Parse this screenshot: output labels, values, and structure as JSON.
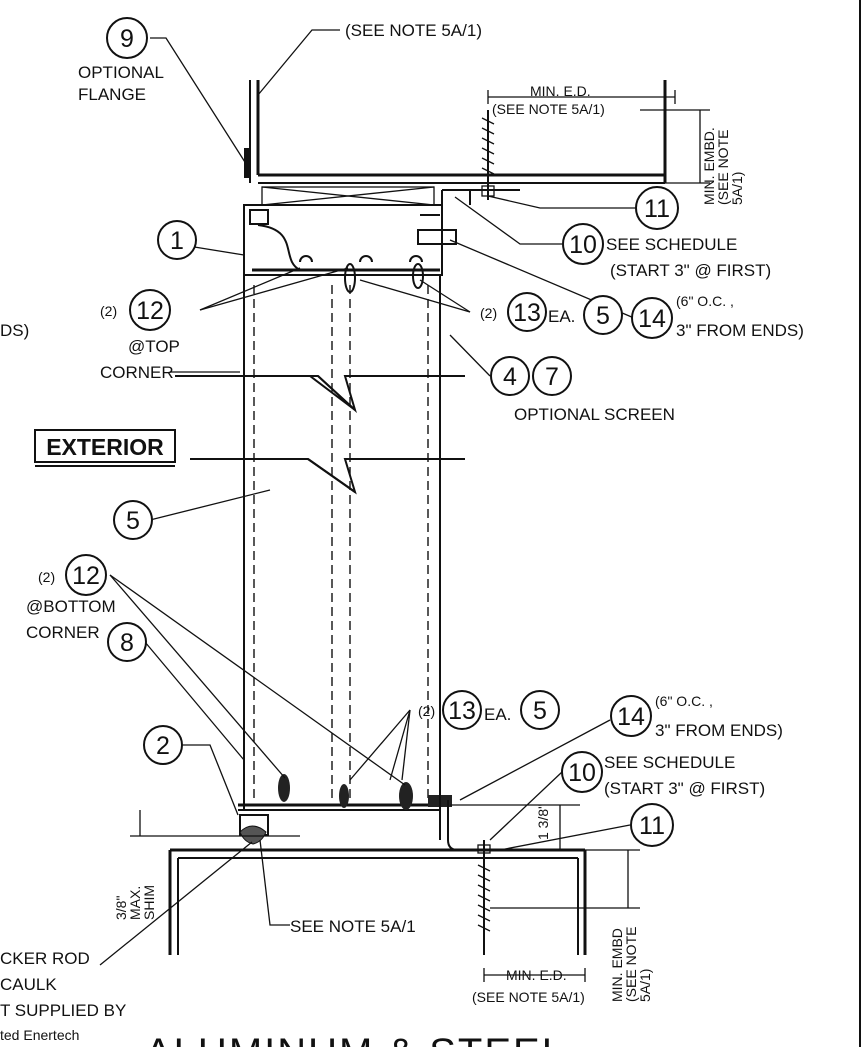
{
  "labels": {
    "note_top": "(SEE NOTE 5A/1)",
    "optional_flange": "OPTIONAL\nFLANGE",
    "min_ed_top_1": "MIN. E.D.",
    "min_ed_top_2": "(SEE NOTE 5A/1)",
    "min_embd_top": "MIN. EMBD.\n(SEE NOTE\n5A/1)",
    "see_schedule_top": "SEE SCHEDULE",
    "start_top": "(START 3\" @ FIRST)",
    "oc_top_1": "(6\" O.C. ,",
    "oc_top_2": "3\" FROM ENDS)",
    "left_cut_ds": "DS)",
    "qty_12_top": "(2)",
    "at_top": "@TOP",
    "corner_top": "CORNER",
    "qty_13_top": "(2)",
    "ea_top": "EA.",
    "optional_screen": "OPTIONAL SCREEN",
    "exterior": "EXTERIOR",
    "qty_12_bot": "(2)",
    "at_bottom": "@BOTTOM",
    "corner_bot": "CORNER",
    "qty_13_bot": "(2)",
    "ea_bot": "EA.",
    "oc_bot_1": "(6\" O.C. ,",
    "oc_bot_2": "3\" FROM ENDS)",
    "see_schedule_bot": "SEE SCHEDULE",
    "start_bot": "(START 3\" @ FIRST)",
    "dim_1_3_8": "1 3/8\"",
    "shim": "3/8\"\nMAX.\nSHIM",
    "see_note_bot": "SEE NOTE 5A/1",
    "backer_rod": "CKER ROD",
    "caulk": "CAULK",
    "not_supplied": "T SUPPLIED BY",
    "enertech": "ted Enertech",
    "min_ed_bot_1": "MIN. E.D.",
    "min_ed_bot_2": "(SEE NOTE 5A/1)",
    "min_embd_bot": "MIN. EMBD\n(SEE NOTE\n5A/1)",
    "bottom_title": "ALUMINUM & STEEL"
  },
  "bubbles": {
    "b9": "9",
    "b1": "1",
    "b11_top": "11",
    "b10_top": "10",
    "b12_top": "12",
    "b13_top": "13",
    "b5_top": "5",
    "b14_top": "14",
    "b4": "4",
    "b7": "7",
    "b5_mid": "5",
    "b12_bot": "12",
    "b8": "8",
    "b13_bot": "13",
    "b5_bot": "5",
    "b14_bot": "14",
    "b2": "2",
    "b10_bot": "10",
    "b11_bot": "11"
  }
}
